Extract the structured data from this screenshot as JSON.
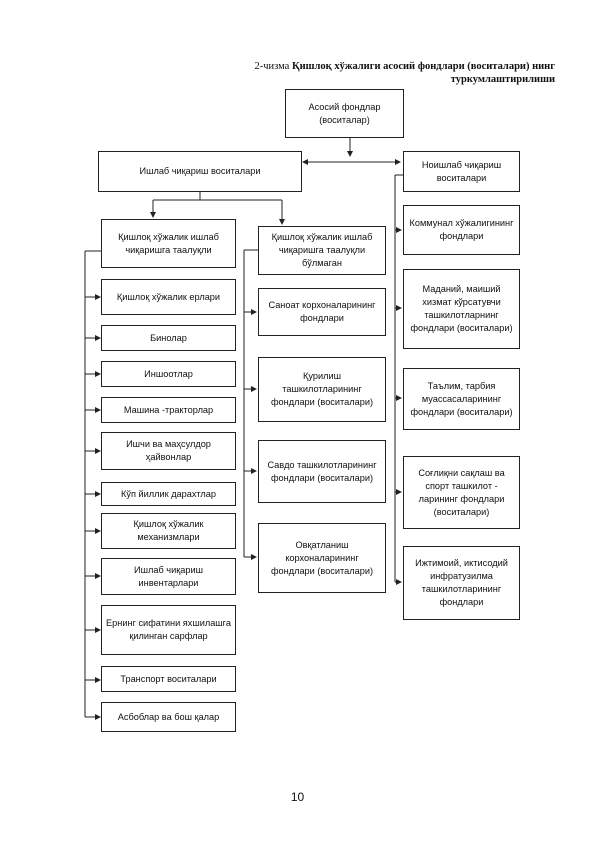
{
  "title": {
    "line1_prefix": "2-чизма ",
    "line1_rest": "Қишлоқ хўжалиги асосий фондлари (воситалари) нинг",
    "line2": "туркумлаштирилиши"
  },
  "root": "Асосий фондлар (воситалар)",
  "production_means": "Ишлаб чиқариш воситалари",
  "nonproduction_means": "Ноишлаб чиқариш воситалари",
  "agri_related_header": "Қишлоқ хўжалик ишлаб чиқаришга таалуқли",
  "agri_unrelated_header": "Қишлоқ хўжалик ишлаб чиқаришга таалуқли бўлмаган",
  "agri_related_items": [
    "Қишлоқ хўжалик ерлари",
    "Бинолар",
    "Иншоотлар",
    "Машина -тракторлар",
    "Ишчи ва маҳсулдор ҳайвонлар",
    "Кўп йиллик дарахтлар",
    "Қишлоқ хўжалик механизмлари",
    "Ишлаб чиқариш инвентарлари",
    "Ернинг сифатини яхшилашга қилинган сарфлар",
    "Транспорт воситалари",
    "Асбоблар ва бош қалар"
  ],
  "agri_unrelated_items": [
    "Саноат корхоналарининг фондлари",
    "Қурилиш ташкилотларининг фондлари (воситалари)",
    "Савдо ташкилотларининг фондлари (воситалари)",
    "Овқатланиш корхоналарининг фондлари (воситалари)"
  ],
  "nonproduction_items": [
    "Коммунал хўжалигининг фондлари",
    "Маданий, маиший хизмат кўрсатувчи ташкилотларнинг фондлари (воситалари)",
    "Таълим, тарбия муассасаларининг фондлари (воситалари)",
    "Соғлиқни сақлаш ва спорт ташкилот - ларининг фондлари (воситалари)",
    "Ижтимоий, иктисодий инфратузилма ташкилотларининг фондлари"
  ],
  "page_number": "10"
}
